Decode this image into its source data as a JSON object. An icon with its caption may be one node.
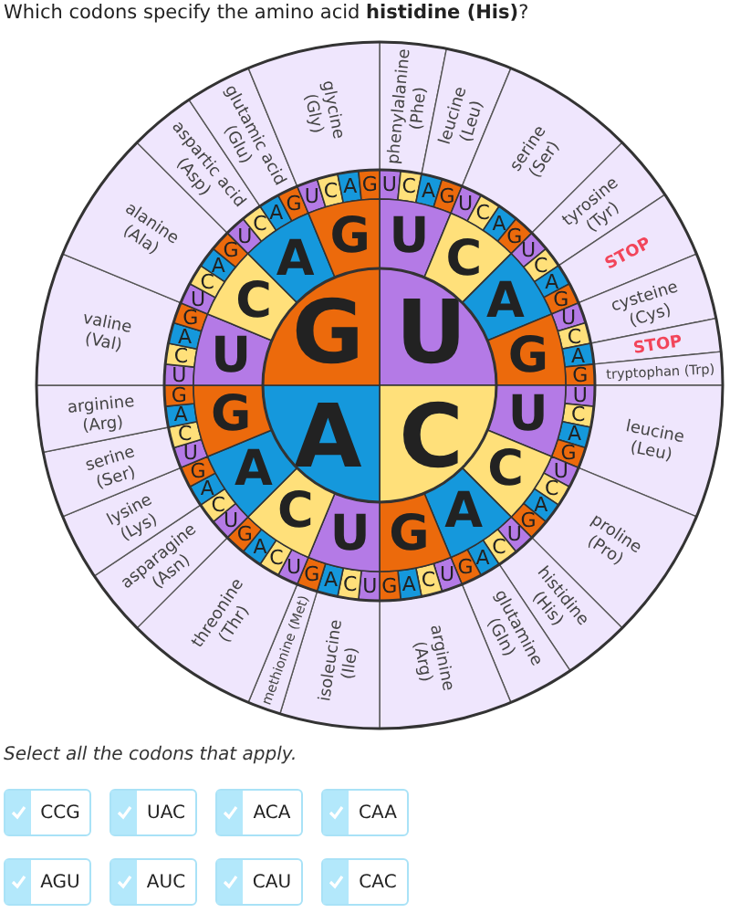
{
  "diagram": {
    "title": "Which codons specify the amino acid **histidine (His)**?",
    "nodes": [
      {
        "text": [
          "U"
        ]
      },
      {
        "text": [
          "C"
        ]
      },
      {
        "text": [
          "A"
        ]
      },
      {
        "text": [
          "G"
        ]
      },
      {
        "text": [
          "U"
        ]
      },
      {
        "text": [
          "C"
        ]
      },
      {
        "text": [
          "A"
        ]
      },
      {
        "text": [
          "G"
        ]
      },
      {
        "text": [
          "U"
        ]
      },
      {
        "text": [
          "C"
        ]
      },
      {
        "text": [
          "A"
        ]
      },
      {
        "text": [
          "G"
        ]
      },
      {
        "text": [
          "U"
        ]
      },
      {
        "text": [
          "C"
        ]
      },
      {
        "text": [
          "A"
        ]
      },
      {
        "text": [
          "G"
        ]
      },
      {
        "text": [
          "U"
        ]
      },
      {
        "text": [
          "C"
        ]
      },
      {
        "text": [
          "A"
        ]
      },
      {
        "text": [
          "G"
        ]
      },
      {
        "text": [
          "U"
        ]
      },
      {
        "text": [
          "C"
        ]
      },
      {
        "text": [
          "A"
        ]
      },
      {
        "text": [
          "G"
        ]
      },
      {
        "text": [
          "U"
        ]
      },
      {
        "text": [
          "C"
        ]
      },
      {
        "text": [
          "A"
        ]
      },
      {
        "text": [
          "G"
        ]
      },
      {
        "text": [
          "U"
        ]
      },
      {
        "text": [
          "C"
        ]
      },
      {
        "text": [
          "A"
        ]
      },
      {
        "text": [
          "G"
        ]
      },
      {
        "text": [
          "U"
        ]
      },
      {
        "text": [
          "C"
        ]
      },
      {
        "text": [
          "A"
        ]
      },
      {
        "text": [
          "G"
        ]
      },
      {
        "text": [
          "U"
        ]
      },
      {
        "text": [
          "C"
        ]
      },
      {
        "text": [
          "A"
        ]
      },
      {
        "text": [
          "G"
        ]
      },
      {
        "text": [
          "U"
        ]
      },
      {
        "text": [
          "C"
        ]
      },
      {
        "text": [
          "A"
        ]
      },
      {
        "text": [
          "G"
        ]
      },
      {
        "text": [
          "U"
        ]
      },
      {
        "text": [
          "C"
        ]
      },
      {
        "text": [
          "A"
        ]
      },
      {
        "text": [
          "G"
        ]
      },
      {
        "text": [
          "U"
        ]
      },
      {
        "text": [
          "C"
        ]
      },
      {
        "text": [
          "A"
        ]
      },
      {
        "text": [
          "G"
        ]
      },
      {
        "text": [
          "U"
        ]
      },
      {
        "text": [
          "C"
        ]
      },
      {
        "text": [
          "A"
        ]
      },
      {
        "text": [
          "G"
        ]
      },
      {
        "text": [
          "U"
        ]
      },
      {
        "text": [
          "C"
        ]
      },
      {
        "text": [
          "A"
        ]
      },
      {
        "text": [
          "G"
        ]
      },
      {
        "text": [
          "U"
        ]
      },
      {
        "text": [
          "C"
        ]
      },
      {
        "text": [
          "A"
        ]
      },
      {
        "text": [
          "G"
        ]
      },
      {
        "text": [
          "U"
        ]
      },
      {
        "text": [
          "C"
        ]
      },
      {
        "text": [
          "A"
        ]
      },
      {
        "text": [
          "G"
        ]
      },
      {
        "text": [
          "U"
        ]
      },
      {
        "text": [
          "C"
        ]
      },
      {
        "text": [
          "A"
        ]
      },
      {
        "text": [
          "G"
        ]
      },
      {
        "text": [
          "U"
        ]
      },
      {
        "text": [
          "C"
        ]
      },
      {
        "text": [
          "A"
        ]
      },
      {
        "text": [
          "G"
        ]
      },
      {
        "text": [
          "U"
        ]
      },
      {
        "text": [
          "C"
        ]
      },
      {
        "text": [
          "A"
        ]
      },
      {
        "text": [
          "G"
        ]
      },
      {
        "text": [
          "U"
        ]
      },
      {
        "text": [
          "C"
        ]
      },
      {
        "text": [
          "A"
        ]
      },
      {
        "text": [
          "G"
        ]
      },
      {
        "text": [
          "phenylalanine (Phe)"
        ]
      },
      {
        "text": [
          "leucine (Leu)"
        ]
      },
      {
        "text": [
          "serine (Ser)"
        ]
      },
      {
        "text": [
          "tyrosine (Tyr)"
        ]
      },
      {
        "text": [
          "STOP"
        ]
      },
      {
        "text": [
          "cysteine (Cys)"
        ]
      },
      {
        "text": [
          "STOP"
        ]
      },
      {
        "text": [
          "tryptophan (Trp)"
        ]
      },
      {
        "text": [
          "leucine (Leu)"
        ]
      },
      {
        "text": [
          "proline (Pro)"
        ]
      },
      {
        "text": [
          "histidine (His)"
        ]
      },
      {
        "text": [
          "glutamine (Gln)"
        ]
      },
      {
        "text": [
          "arginine (Arg)"
        ]
      },
      {
        "text": [
          "isoleucine (Ile)"
        ]
      },
      {
        "text": [
          "methionine (Met)"
        ]
      },
      {
        "text": [
          "threonine (Thr)"
        ]
      },
      {
        "text": [
          "asparagine (Asn)"
        ]
      },
      {
        "text": [
          "lysine (Lys)"
        ]
      },
      {
        "text": [
          "serine (Ser)"
        ]
      },
      {
        "text": [
          "arginine (Arg)"
        ]
      },
      {
        "text": [
          "valine (Val)"
        ]
      },
      {
        "text": [
          "alanine (Ala)"
        ]
      },
      {
        "text": [
          "aspartic acid (Asp)"
        ]
      },
      {
        "text": [
          "glutamic acid (Glu)"
        ]
      },
      {
        "text": [
          "glycine (Gly)"
        ]
      }
    ],
    "labels": [
      "Select all the codons that apply.",
      "CCG",
      "UAC",
      "ACA",
      "CAA",
      "AGU",
      "AUC",
      "CAU",
      "CAC"
    ]
  }
}
